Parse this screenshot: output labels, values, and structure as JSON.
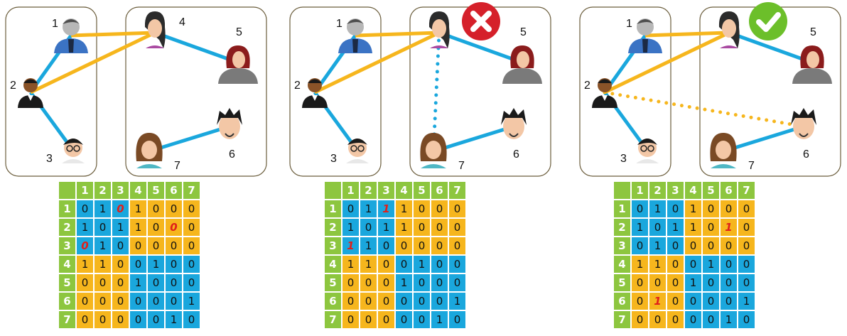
{
  "node_numbers": [
    "1",
    "2",
    "3",
    "4",
    "5",
    "6",
    "7"
  ],
  "matrix_header": [
    "1",
    "2",
    "3",
    "4",
    "5",
    "6",
    "7"
  ],
  "colors": {
    "blue": "#1aa7dd",
    "yellow": "#f6b61d",
    "green": "#8dc63f",
    "highlight": "#e0201b"
  },
  "panels": [
    {
      "status": "none",
      "edges": [
        {
          "from": 1,
          "to": 2,
          "color": "blue",
          "style": "solid"
        },
        {
          "from": 2,
          "to": 3,
          "color": "blue",
          "style": "solid"
        },
        {
          "from": 1,
          "to": 4,
          "color": "yellow",
          "style": "solid"
        },
        {
          "from": 2,
          "to": 4,
          "color": "yellow",
          "style": "solid"
        },
        {
          "from": 4,
          "to": 5,
          "color": "blue",
          "style": "solid"
        },
        {
          "from": 6,
          "to": 7,
          "color": "blue",
          "style": "solid"
        }
      ],
      "matrix": [
        [
          "0",
          "1",
          "0",
          "1",
          "0",
          "0",
          "0"
        ],
        [
          "1",
          "0",
          "1",
          "1",
          "0",
          "0",
          "0"
        ],
        [
          "0",
          "1",
          "0",
          "0",
          "0",
          "0",
          "0"
        ],
        [
          "1",
          "1",
          "0",
          "0",
          "1",
          "0",
          "0"
        ],
        [
          "0",
          "0",
          "0",
          "1",
          "0",
          "0",
          "0"
        ],
        [
          "0",
          "0",
          "0",
          "0",
          "0",
          "0",
          "1"
        ],
        [
          "0",
          "0",
          "0",
          "0",
          "0",
          "1",
          "0"
        ]
      ],
      "highlighted": [
        [
          0,
          2
        ],
        [
          1,
          5
        ],
        [
          2,
          0
        ]
      ]
    },
    {
      "status": "wrong",
      "edges": [
        {
          "from": 1,
          "to": 2,
          "color": "blue",
          "style": "solid"
        },
        {
          "from": 2,
          "to": 3,
          "color": "blue",
          "style": "solid"
        },
        {
          "from": 1,
          "to": 4,
          "color": "yellow",
          "style": "solid"
        },
        {
          "from": 2,
          "to": 4,
          "color": "yellow",
          "style": "solid"
        },
        {
          "from": 4,
          "to": 5,
          "color": "blue",
          "style": "solid"
        },
        {
          "from": 6,
          "to": 7,
          "color": "blue",
          "style": "solid"
        },
        {
          "from": 4,
          "to": 7,
          "color": "blue",
          "style": "dotted"
        }
      ],
      "matrix": [
        [
          "0",
          "1",
          "1",
          "1",
          "0",
          "0",
          "0"
        ],
        [
          "1",
          "0",
          "1",
          "1",
          "0",
          "0",
          "0"
        ],
        [
          "1",
          "1",
          "0",
          "0",
          "0",
          "0",
          "0"
        ],
        [
          "1",
          "1",
          "0",
          "0",
          "1",
          "0",
          "0"
        ],
        [
          "0",
          "0",
          "0",
          "1",
          "0",
          "0",
          "0"
        ],
        [
          "0",
          "0",
          "0",
          "0",
          "0",
          "0",
          "1"
        ],
        [
          "0",
          "0",
          "0",
          "0",
          "0",
          "1",
          "0"
        ]
      ],
      "highlighted": [
        [
          0,
          2
        ],
        [
          2,
          0
        ]
      ]
    },
    {
      "status": "correct",
      "edges": [
        {
          "from": 1,
          "to": 2,
          "color": "blue",
          "style": "solid"
        },
        {
          "from": 2,
          "to": 3,
          "color": "blue",
          "style": "solid"
        },
        {
          "from": 1,
          "to": 4,
          "color": "yellow",
          "style": "solid"
        },
        {
          "from": 2,
          "to": 4,
          "color": "yellow",
          "style": "solid"
        },
        {
          "from": 4,
          "to": 5,
          "color": "blue",
          "style": "solid"
        },
        {
          "from": 6,
          "to": 7,
          "color": "blue",
          "style": "solid"
        },
        {
          "from": 2,
          "to": 6,
          "color": "yellow",
          "style": "dotted"
        }
      ],
      "matrix": [
        [
          "0",
          "1",
          "0",
          "1",
          "0",
          "0",
          "0"
        ],
        [
          "1",
          "0",
          "1",
          "1",
          "0",
          "1",
          "0"
        ],
        [
          "0",
          "1",
          "0",
          "0",
          "0",
          "0",
          "0"
        ],
        [
          "1",
          "1",
          "0",
          "0",
          "1",
          "0",
          "0"
        ],
        [
          "0",
          "0",
          "0",
          "1",
          "0",
          "0",
          "0"
        ],
        [
          "0",
          "1",
          "0",
          "0",
          "0",
          "0",
          "1"
        ],
        [
          "0",
          "0",
          "0",
          "0",
          "0",
          "1",
          "0"
        ]
      ],
      "highlighted": [
        [
          1,
          5
        ],
        [
          5,
          1
        ]
      ]
    }
  ]
}
